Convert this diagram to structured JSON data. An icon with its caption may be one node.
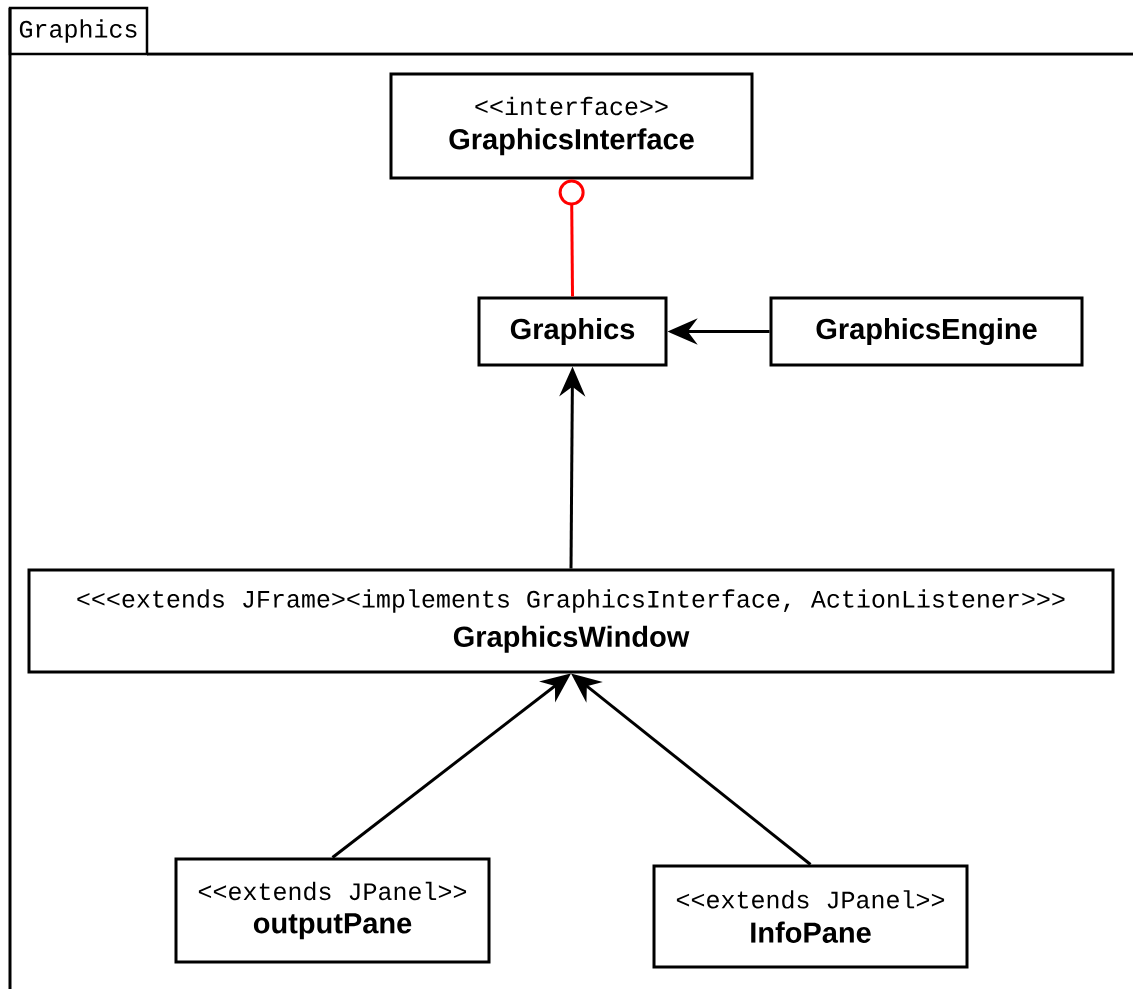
{
  "diagram": {
    "nodes": [
      {
        "text": [
          "Graphics"
        ]
      },
      {
        "text": [
          "<<interface>>",
          "GraphicsInterface"
        ],
        "in": 0
      },
      {
        "text": [
          "Graphics"
        ],
        "in": 0
      },
      {
        "text": [
          "GraphicsEngine"
        ],
        "in": 0
      },
      {
        "text": [
          "<<<extends JFrame><implements GraphicsInterface, ActionListener>>>",
          "GraphicsWindow"
        ],
        "in": 0
      },
      {
        "text": [
          "<<extends JPanel>>",
          "outputPane"
        ],
        "in": 0
      },
      {
        "text": [
          "<<extends JPanel>>",
          "InfoPane"
        ],
        "in": 0
      }
    ],
    "edges": [
      {
        "from": 2,
        "to": 1,
        "arrow": "other",
        "color": "#ff0000"
      },
      {
        "from": 3,
        "to": 2,
        "arrow": "to"
      },
      {
        "from": 4,
        "to": 2,
        "arrow": "to"
      },
      {
        "from": 5,
        "to": 4,
        "arrow": "to"
      },
      {
        "from": 6,
        "to": 4,
        "arrow": "to"
      }
    ]
  }
}
